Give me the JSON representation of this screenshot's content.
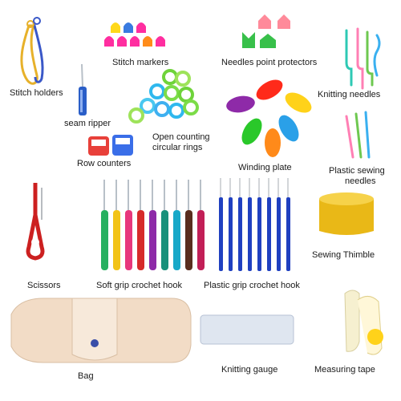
{
  "labels": {
    "stitch_holders": "Stitch holders",
    "stitch_markers": "Stitch markers",
    "needle_protectors": "Needles point protectors",
    "seam_ripper": "seam ripper",
    "open_rings_1": "Open counting",
    "open_rings_2": "circular rings",
    "knitting_needles": "Knitting needles",
    "row_counters": "Row counters",
    "winding_plate": "Winding plate",
    "plastic_sewing_1": "Plastic sewing",
    "plastic_sewing_2": "needles",
    "sewing_thimble": "Sewing Thimble",
    "scissors": "Scissors",
    "soft_grip": "Soft grip crochet hook",
    "plastic_grip": "Plastic grip crochet hook",
    "bag": "Bag",
    "knitting_gauge": "Knitting gauge",
    "measuring_tape": "Measuring tape"
  },
  "colors": {
    "soft_grip_hooks": [
      "#27b060",
      "#f2c318",
      "#e8377c",
      "#d62a2a",
      "#8e2aa8",
      "#19907b",
      "#18a8c8",
      "#5a2d1e",
      "#c21f57"
    ],
    "markers": [
      "#ff2ea0",
      "#ff2ea0",
      "#ff2ea0",
      "#ff2ea0",
      "#ffd81a",
      "#ffd81a",
      "#3a7be0",
      "#3a7be0",
      "#ff8c1a"
    ],
    "rings": [
      "#6fd33a",
      "#7cdc48",
      "#2fb8ee",
      "#9ee35a",
      "#4ac8f0",
      "#3fb0f0"
    ],
    "winding_plate": [
      "#ff2a1a",
      "#ffd21a",
      "#2aa0e8",
      "#8e2aa8",
      "#2ac82a",
      "#ff8a1a"
    ],
    "bag": "#f2dcc6",
    "thimble": "#e9b817",
    "plastic_hooks": "#2040c0"
  }
}
